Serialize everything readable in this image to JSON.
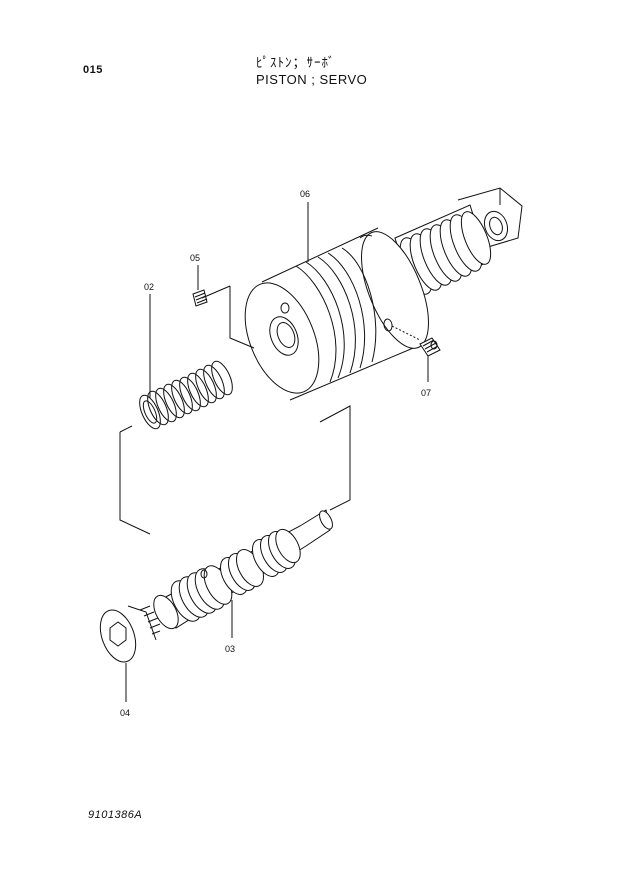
{
  "header": {
    "page_number": "015",
    "title_jp": "ﾋﾟｽﾄﾝ；ｻｰﾎﾞ",
    "title_en": "PISTON ; SERVO"
  },
  "footer": {
    "drawing_number": "9101386A"
  },
  "callouts": {
    "c02": "02",
    "c03": "03",
    "c04": "04",
    "c05": "05",
    "c06": "06",
    "c07": "07"
  }
}
